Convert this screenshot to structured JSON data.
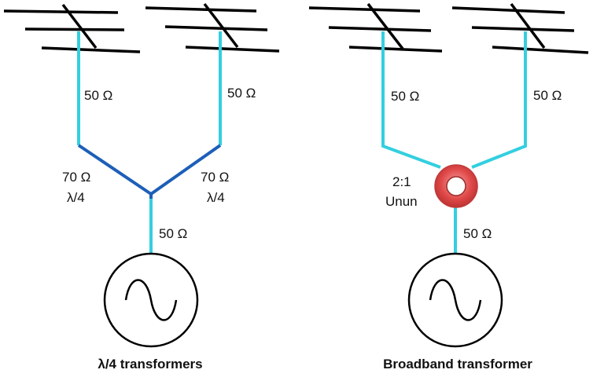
{
  "colors": {
    "feedline_50": "#33cfe0",
    "quarter_wave_70": "#1d5fb8",
    "unun_ring": "#e04848",
    "antenna": "#000000"
  },
  "left": {
    "label_50_left_antenna": "50 Ω",
    "label_50_right_antenna": "50 Ω",
    "label_70_left": "70 Ω",
    "label_lambda_left": "λ/4",
    "label_70_right": "70 Ω",
    "label_lambda_right": "λ/4",
    "label_50_source": "50 Ω",
    "caption": "λ/4 transformers"
  },
  "right": {
    "label_50_left_antenna": "50 Ω",
    "label_50_right_antenna": "50 Ω",
    "unun_ratio": "2:1",
    "unun_name": "Unun",
    "label_50_source": "50 Ω",
    "caption": "Broadband transformer"
  }
}
